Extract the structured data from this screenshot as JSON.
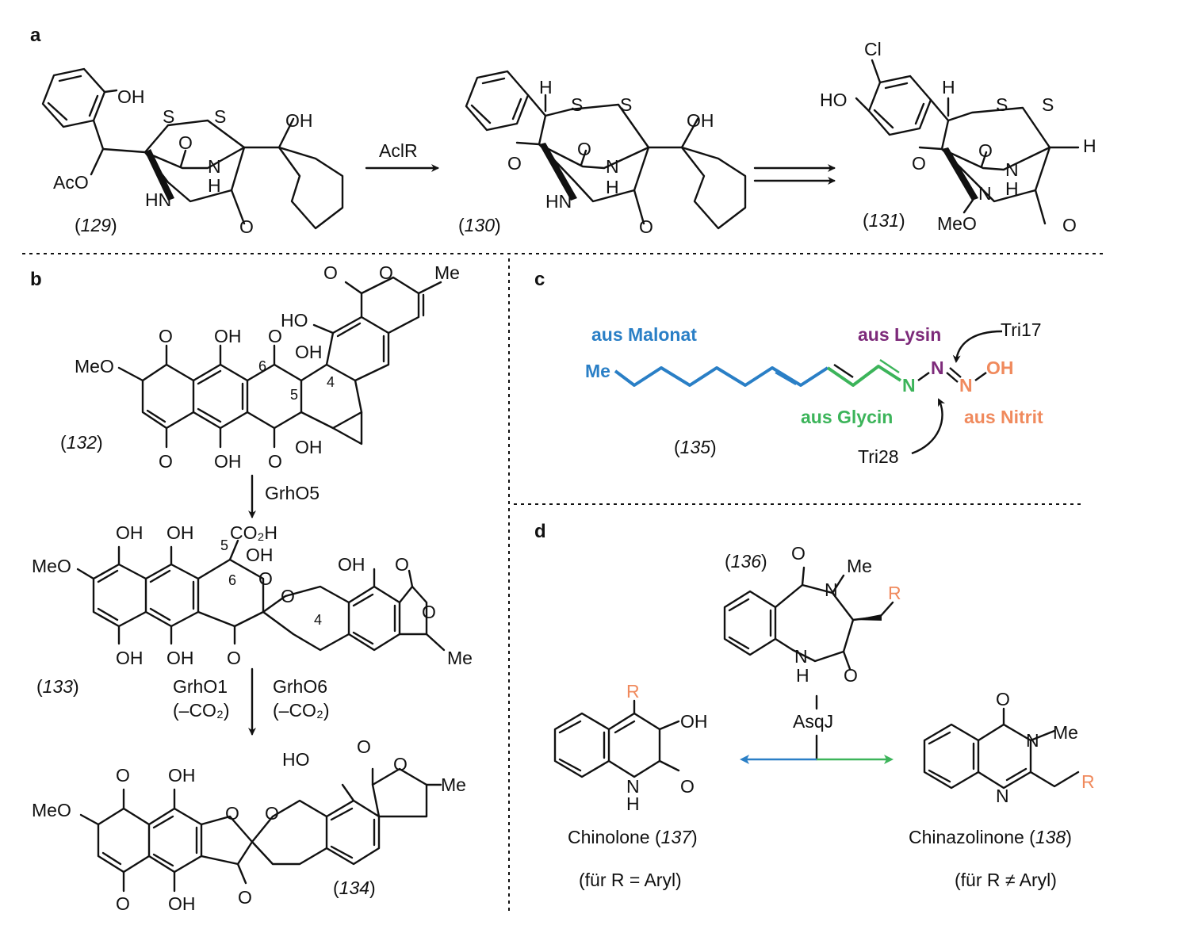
{
  "colors": {
    "malonate": "#2a7fc6",
    "lysine": "#7d2a7a",
    "glycine": "#3cb45a",
    "nitrite": "#f08a5d",
    "ink": "#111111"
  },
  "panels": {
    "a": {
      "letter": "a",
      "enzyme": "AclR",
      "compounds": [
        "129",
        "130",
        "131"
      ],
      "labels": {
        "oh": "OH",
        "aco": "AcO",
        "s": "S",
        "o": "O",
        "n": "N",
        "h": "H",
        "hn": "HN",
        "ho": "HO",
        "cl": "Cl",
        "meo": "MeO"
      }
    },
    "b": {
      "letter": "b",
      "enzymes": [
        "GrhO5",
        "GrhO1",
        "GrhO6"
      ],
      "decarboxylation": "(–CO₂)",
      "compounds": [
        "132",
        "133",
        "134"
      ],
      "labels": {
        "meo": "MeO",
        "o": "O",
        "oh": "OH",
        "ho": "HO",
        "me": "Me",
        "co2h": "CO₂H",
        "n4": "4",
        "n5": "5",
        "n6": "6"
      }
    },
    "c": {
      "letter": "c",
      "compound": "135",
      "origins": {
        "malonate": "aus Malonat",
        "lysine": "aus Lysin",
        "glycine": "aus Glycin",
        "nitrite": "aus Nitrit"
      },
      "enzymes": [
        "Tri17",
        "Tri28"
      ],
      "labels": {
        "me": "Me",
        "n": "N",
        "oh": "OH"
      }
    },
    "d": {
      "letter": "d",
      "enzyme": "AsqJ",
      "compounds": [
        "136",
        "137",
        "138"
      ],
      "products": [
        {
          "name": "Chinolone",
          "id": "137",
          "condition": "(für R = Aryl)"
        },
        {
          "name": "Chinazolinone",
          "id": "138",
          "condition": "(für R ≠ Aryl)"
        }
      ],
      "labels": {
        "o": "O",
        "n": "N",
        "h": "H",
        "me": "Me",
        "r": "R",
        "oh": "OH"
      }
    }
  }
}
